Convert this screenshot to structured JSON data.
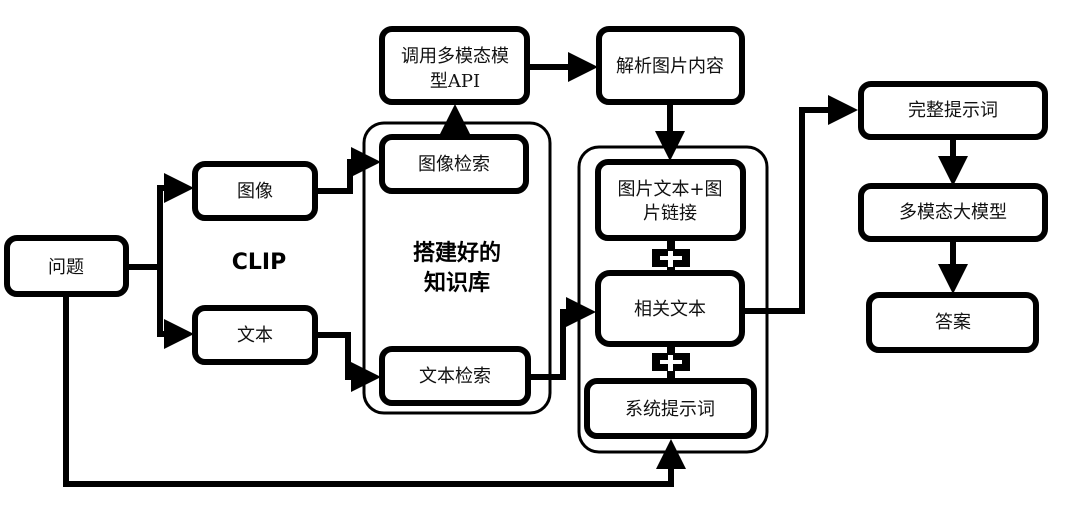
{
  "diagram": {
    "nodes": {
      "question": "问题",
      "image": "图像",
      "text": "文本",
      "clip_label": "CLIP",
      "call_api_line1": "调用多模态模",
      "call_api_line2": "型API",
      "image_retrieval": "图像检索",
      "knowledge_base_line1": "搭建好的",
      "knowledge_base_line2": "知识库",
      "text_retrieval": "文本检索",
      "parse_image": "解析图片内容",
      "image_text_line1": "图片文本+图",
      "image_text_line2": "片链接",
      "related_text": "相关文本",
      "system_prompt": "系统提示词",
      "full_prompt": "完整提示词",
      "mm_llm": "多模态大模型",
      "answer": "答案"
    },
    "connectors": {
      "plus_symbol": "+"
    },
    "edges": [
      {
        "from": "问题",
        "to": "图像"
      },
      {
        "from": "问题",
        "to": "文本"
      },
      {
        "from": "问题",
        "to": "系统提示词"
      },
      {
        "from": "图像",
        "to": "图像检索"
      },
      {
        "from": "文本",
        "to": "文本检索"
      },
      {
        "from": "图像检索",
        "to": "调用多模态模型API"
      },
      {
        "from": "调用多模态模型API",
        "to": "解析图片内容"
      },
      {
        "from": "解析图片内容",
        "to": "图片文本+图片链接"
      },
      {
        "from": "文本检索",
        "to": "相关文本"
      },
      {
        "from": "相关文本",
        "to": "完整提示词"
      },
      {
        "from": "完整提示词",
        "to": "多模态大模型"
      },
      {
        "from": "多模态大模型",
        "to": "答案"
      }
    ]
  }
}
